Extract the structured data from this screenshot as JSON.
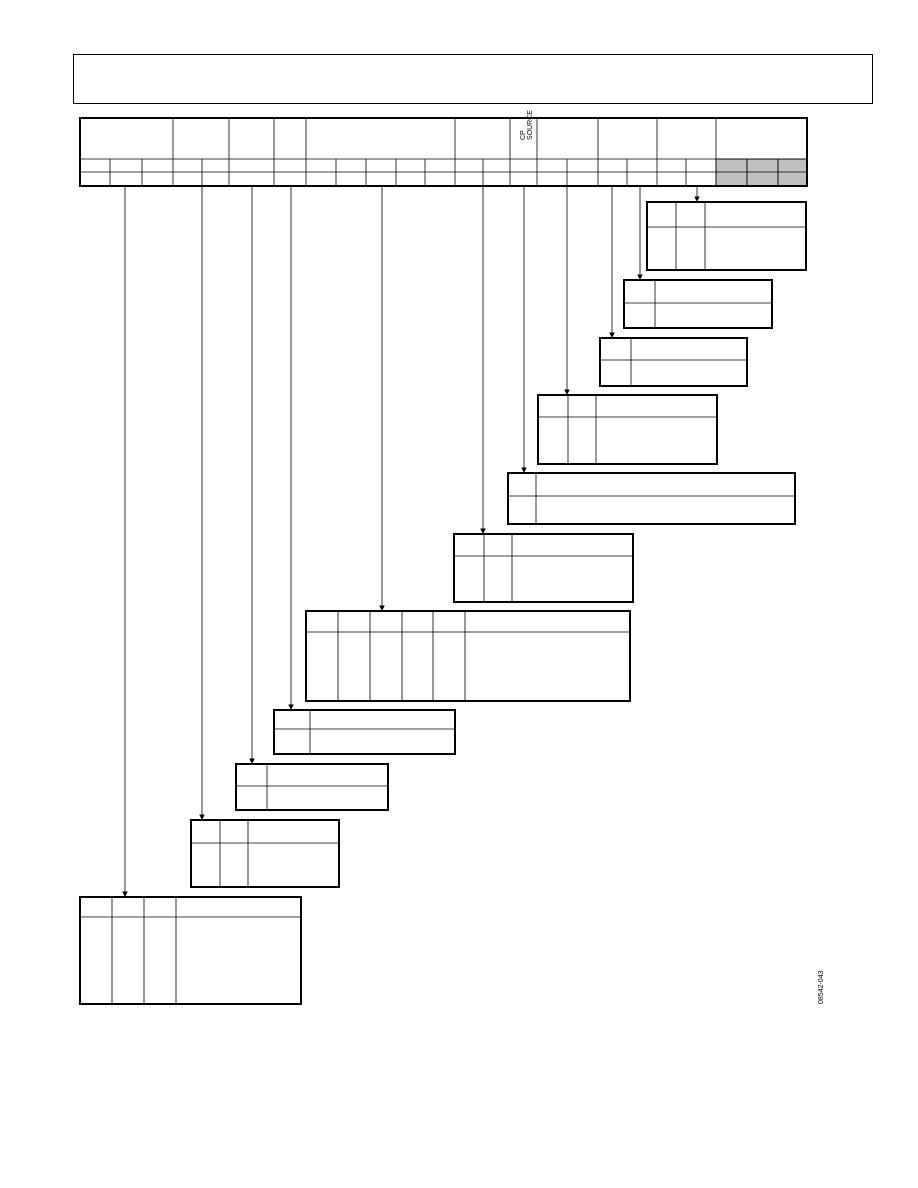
{
  "register_label": {
    "line1": "CP",
    "line2": "SOURCE"
  },
  "figure_id": "08542-043",
  "colors": {
    "line": "#000000",
    "reserved_fill": "#c0c0c0"
  }
}
